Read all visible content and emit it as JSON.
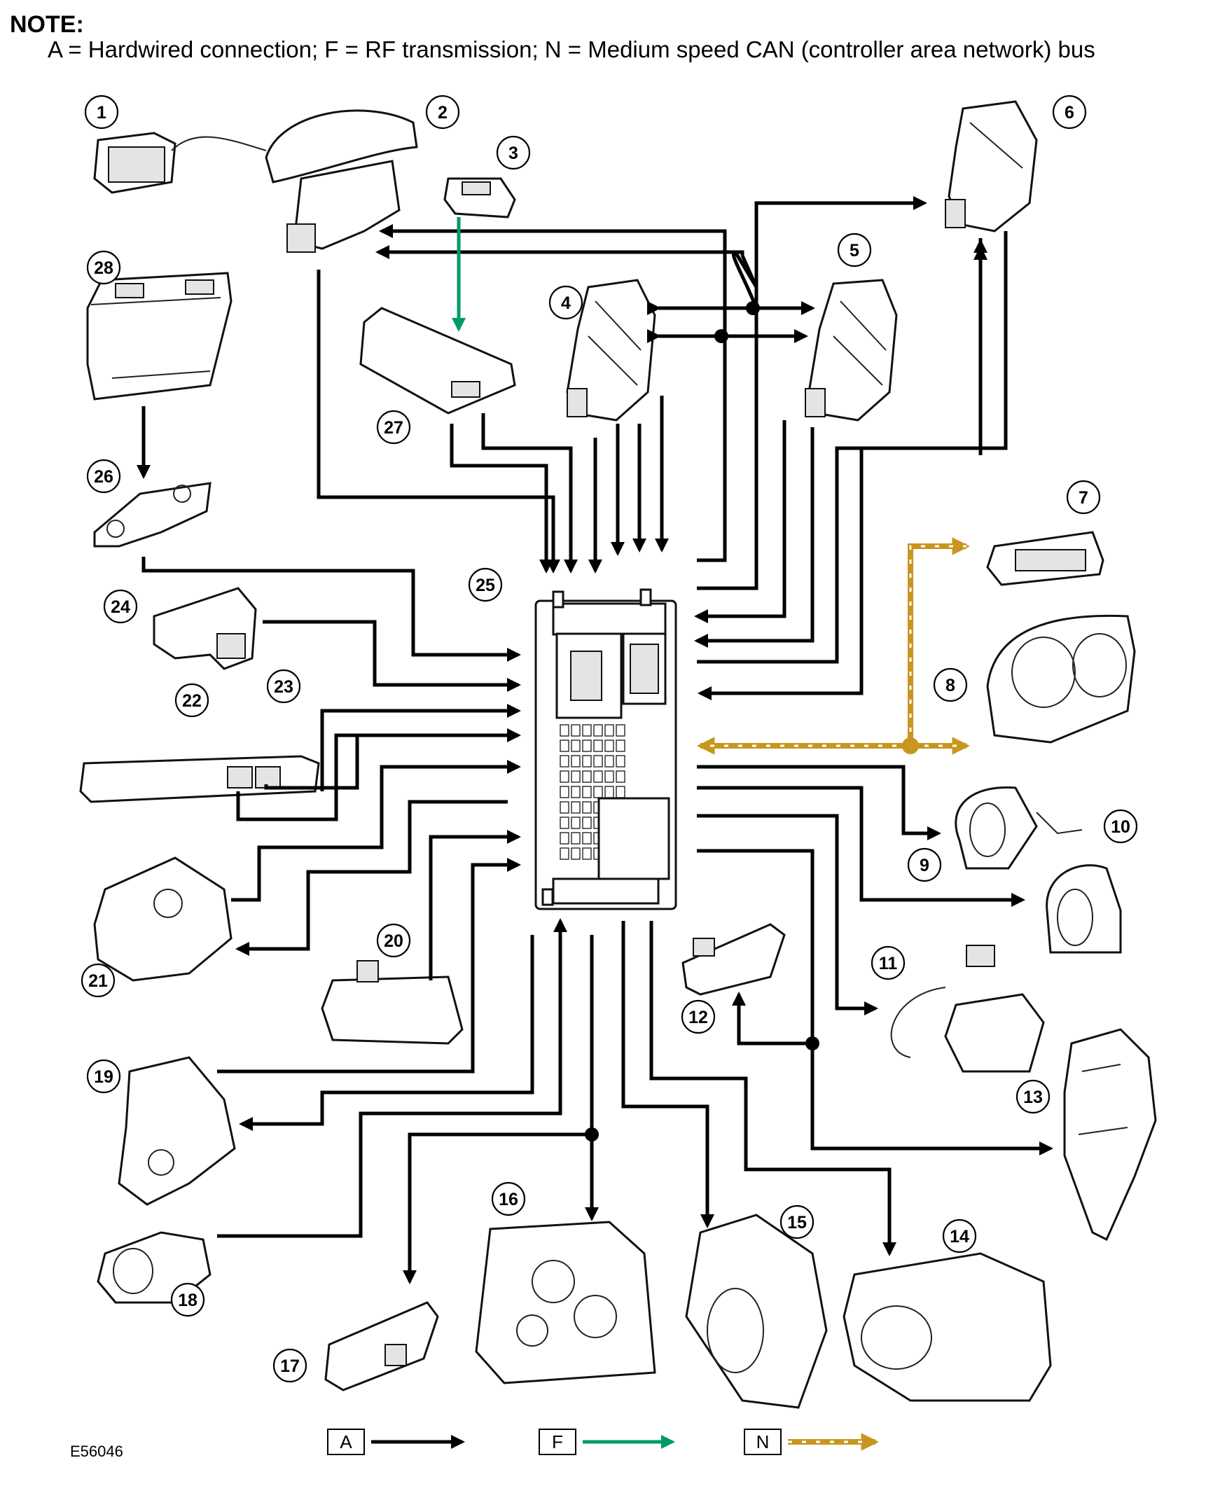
{
  "note": {
    "title": "NOTE:",
    "text": "A = Hardwired connection; F = RF transmission; N = Medium speed CAN (controller area network) bus"
  },
  "components": [
    "1",
    "2",
    "3",
    "4",
    "5",
    "6",
    "7",
    "8",
    "9",
    "10",
    "11",
    "12",
    "13",
    "14",
    "15",
    "16",
    "17",
    "18",
    "19",
    "20",
    "21",
    "22",
    "23",
    "24",
    "25",
    "26",
    "27",
    "28"
  ],
  "legend": {
    "hardwired": {
      "letter": "A",
      "color": "#000000"
    },
    "rf": {
      "letter": "F",
      "color": "#009a66"
    },
    "can": {
      "letter": "N",
      "color": "#c8961e"
    }
  },
  "figure_id": "E56046"
}
